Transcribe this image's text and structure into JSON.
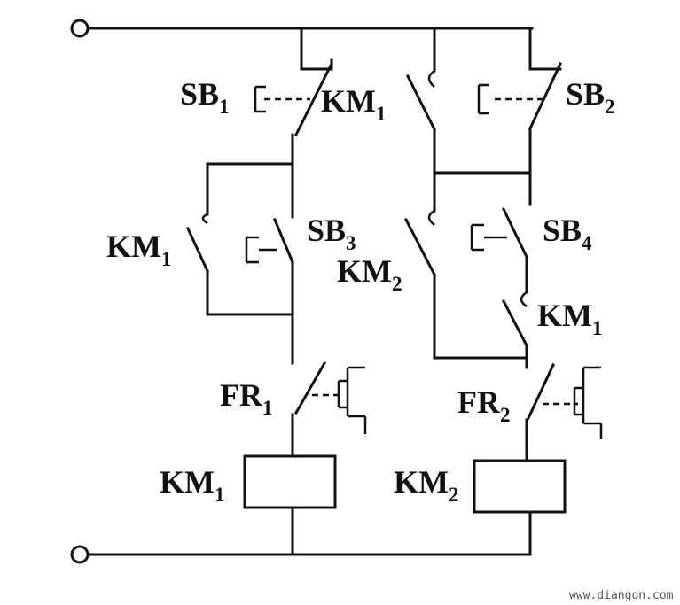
{
  "labels": {
    "sb1": {
      "main": "SB",
      "sub": "1"
    },
    "sb2": {
      "main": "SB",
      "sub": "2"
    },
    "sb3": {
      "main": "SB",
      "sub": "3"
    },
    "sb4": {
      "main": "SB",
      "sub": "4"
    },
    "km1_top": {
      "main": "KM",
      "sub": "1"
    },
    "km1_left": {
      "main": "KM",
      "sub": "1"
    },
    "km2_mid": {
      "main": "KM",
      "sub": "2"
    },
    "km1_right": {
      "main": "KM",
      "sub": "1"
    },
    "fr1": {
      "main": "FR",
      "sub": "1"
    },
    "fr2": {
      "main": "FR",
      "sub": "2"
    },
    "km1_coil": {
      "main": "KM",
      "sub": "1"
    },
    "km2_coil": {
      "main": "KM",
      "sub": "2"
    }
  },
  "watermark": "www.diangon.com"
}
